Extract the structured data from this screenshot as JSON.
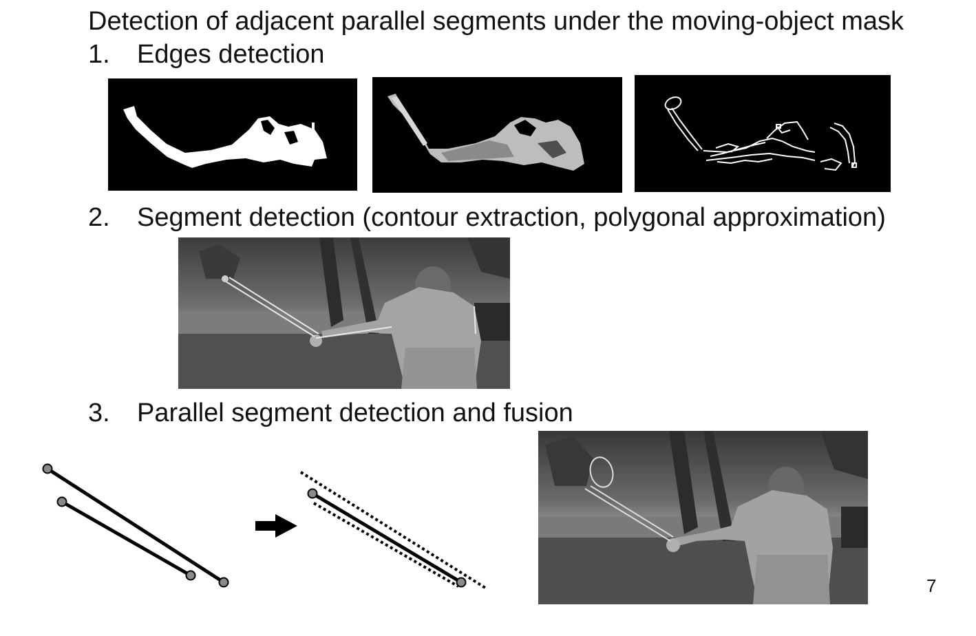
{
  "slide": {
    "title": "Detection of adjacent parallel segments under the moving-object mask",
    "page_number": "7"
  },
  "steps": [
    {
      "number": "1.",
      "label": "Edges detection"
    },
    {
      "number": "2.",
      "label": "Segment detection (contour extraction, polygonal approximation)"
    },
    {
      "number": "3.",
      "label": "Parallel segment detection and fusion"
    }
  ],
  "figures": {
    "step1": [
      "binary-mask-image",
      "masked-grayscale-image",
      "edge-map-image"
    ],
    "step2": [
      "segments-overlay-photo"
    ],
    "step3": [
      "two-segments-diagram",
      "right-arrow-icon",
      "fused-segment-diagram",
      "fused-result-photo"
    ]
  }
}
